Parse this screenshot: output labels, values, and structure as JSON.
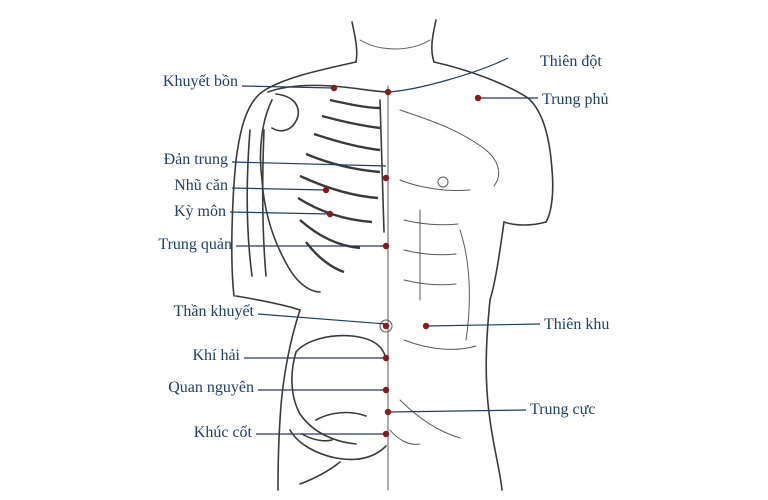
{
  "labels": {
    "khuyet_bon": "Khuyết bồn",
    "dan_trung": "Đản trung",
    "nhu_can": "Nhũ căn",
    "ky_mon": "Kỳ môn",
    "trung_quan": "Trung quản",
    "than_khuyet": "Thần khuyết",
    "khi_hai": "Khí hải",
    "quan_nguyen": "Quan nguyên",
    "khuc_cot": "Khúc cốt",
    "thien_dot": "Thiên đột",
    "trung_phu": "Trung phủ",
    "thien_khu": "Thiên khu",
    "trung_cuc": "Trung cực"
  },
  "colors": {
    "label_text": "#1f3f66",
    "acupoint": "#8b1a1a",
    "line_art": "#3a3a3a"
  }
}
